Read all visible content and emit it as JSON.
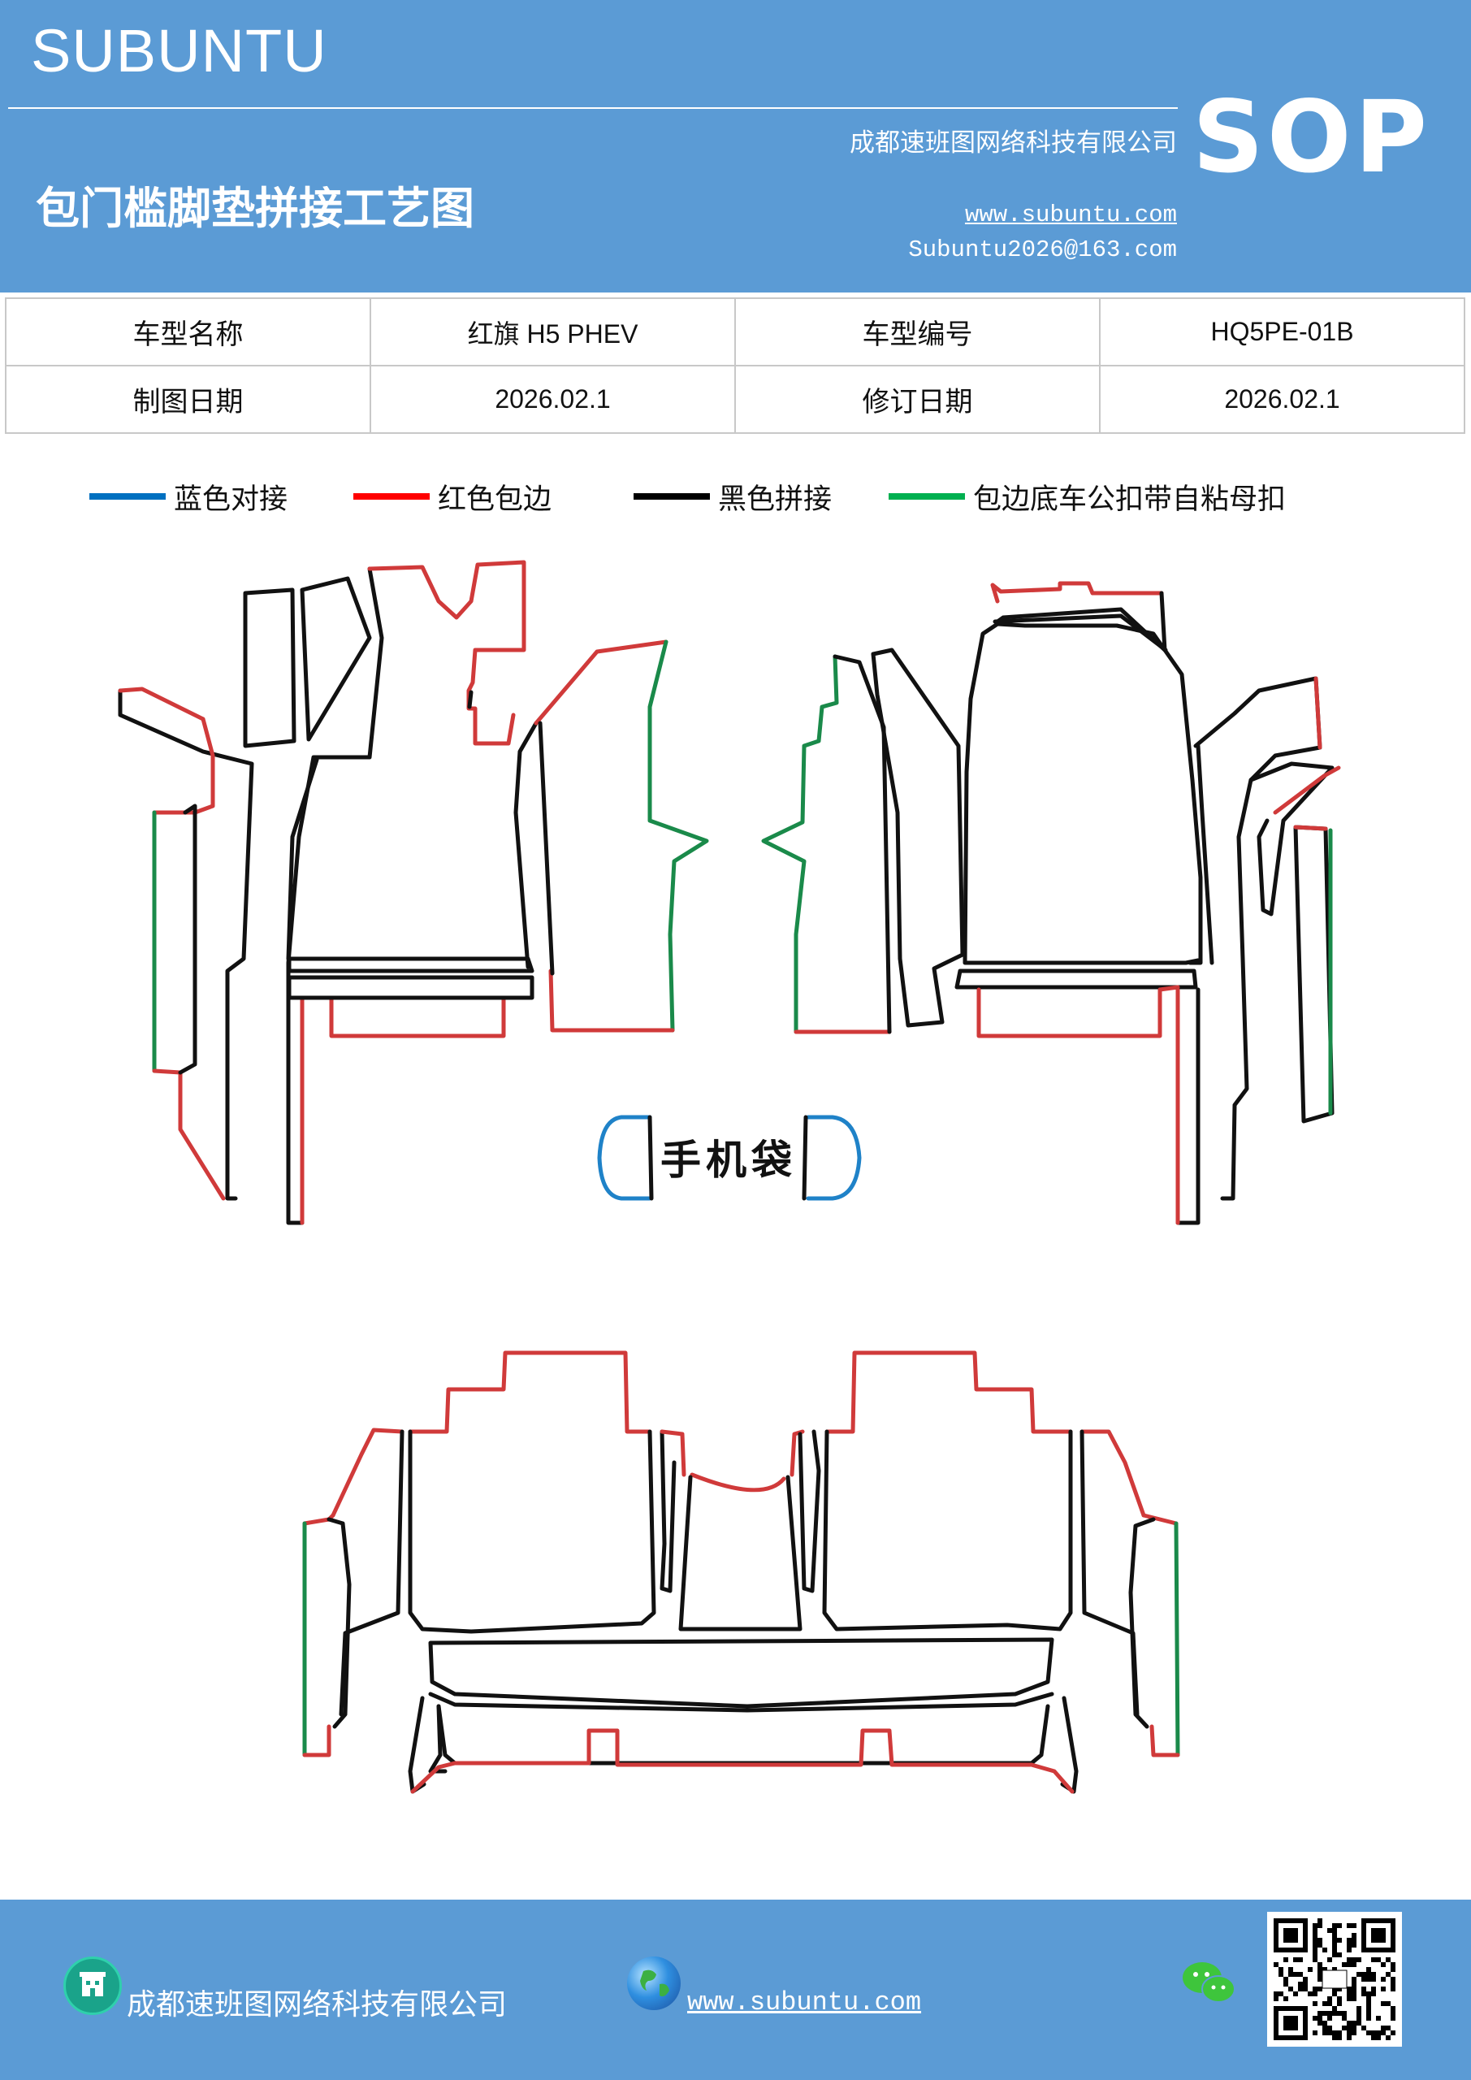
{
  "header": {
    "brand": "SUBUNTU",
    "sop": "SOP",
    "company": "成都速班图网络科技有限公司",
    "title": "包门槛脚垫拼接工艺图",
    "website": "www.subuntu.com",
    "email": "Subuntu2026@163.com"
  },
  "info_table": {
    "rows": [
      [
        "车型名称",
        "红旗 H5  PHEV",
        "车型编号",
        "HQ5PE-01B"
      ],
      [
        "制图日期",
        "2026.02.1",
        "修订日期",
        "2026.02.1"
      ]
    ]
  },
  "legend": {
    "items": [
      {
        "label": "蓝色对接",
        "color": "#0070c0"
      },
      {
        "label": "红色包边",
        "color": "#ff0000"
      },
      {
        "label": "黑色拼接",
        "color": "#000000"
      },
      {
        "label": "包边底车公扣带自粘母扣",
        "color": "#00b050"
      }
    ]
  },
  "diagram": {
    "phone_pocket_label": "手机袋",
    "line_colors": {
      "blue": "#1f82c8",
      "red": "#d03a3a",
      "black": "#111111",
      "green": "#1a8a4a"
    }
  },
  "footer": {
    "company": "成都速班图网络科技有限公司",
    "website": "www.subuntu.com "
  }
}
